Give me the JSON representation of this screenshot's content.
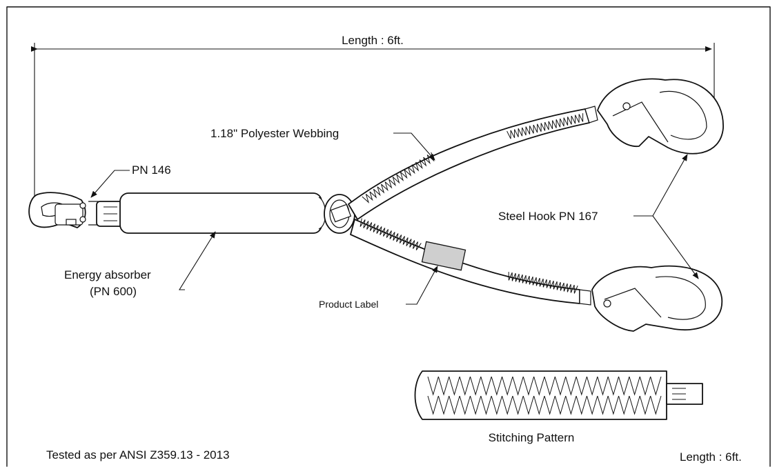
{
  "labels": {
    "length_top": "Length : 6ft.",
    "webbing": "1.18\"  Polyester Webbing",
    "pn146": "PN 146",
    "steel_hook": "Steel Hook PN 167",
    "energy_absorber_1": "Energy absorber",
    "energy_absorber_2": "(PN 600)",
    "product_label": "Product Label",
    "stitching_pattern": "Stitching Pattern",
    "tested": "Tested as per ANSI Z359.13 - 2013",
    "length_bottom": "Length : 6ft."
  },
  "colors": {
    "line": "#111111",
    "product_label_fill": "#cfcfcf",
    "background": "#ffffff"
  }
}
